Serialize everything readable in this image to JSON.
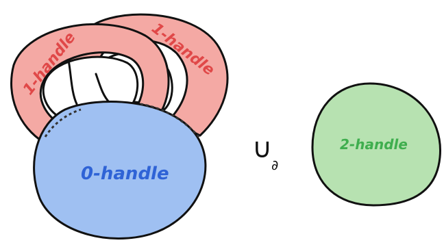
{
  "handles": {
    "one_handle_left": {
      "label": "1-handle",
      "color": "#e04848",
      "fill": "#f4a9a4"
    },
    "one_handle_right": {
      "label": "1-handle",
      "color": "#e04848",
      "fill": "#f4a9a4"
    },
    "zero_handle": {
      "label": "0-handle",
      "color": "#2f63d6",
      "fill": "#9fc0f2"
    },
    "two_handle": {
      "label": "2-handle",
      "color": "#3fae4e",
      "fill": "#b7e2b1"
    }
  },
  "operator": {
    "symbol": "∪",
    "subscript": "∂"
  },
  "colors": {
    "outline": "#111111",
    "background": "#ffffff"
  }
}
